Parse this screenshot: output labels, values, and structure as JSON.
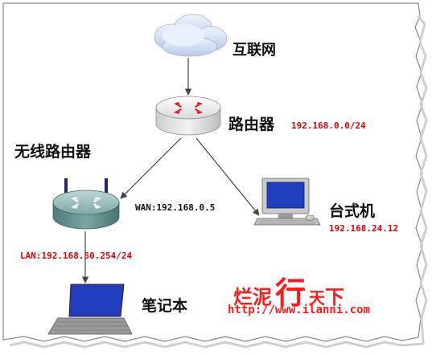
{
  "nodes": {
    "internet": {
      "label": "互联网"
    },
    "router": {
      "label": "路由器",
      "ip": "192.168.0.0/24"
    },
    "wireless_router": {
      "label": "无线路由器",
      "wan": "WAN:192.168.0.5",
      "lan": "LAN:192.168.50.254/24"
    },
    "desktop": {
      "label": "台式机",
      "ip": "192.168.24.12"
    },
    "laptop": {
      "label": "笔记本"
    }
  },
  "watermark": {
    "chars": [
      "烂",
      "泥",
      "行",
      "天",
      "下"
    ],
    "url": "http://www.ilanni.com"
  },
  "colors": {
    "ip_red": "#e00000",
    "brand_red": "#ff1a1a",
    "router_body": "#6f9d9a",
    "device_blue": "#1f3fbf"
  }
}
